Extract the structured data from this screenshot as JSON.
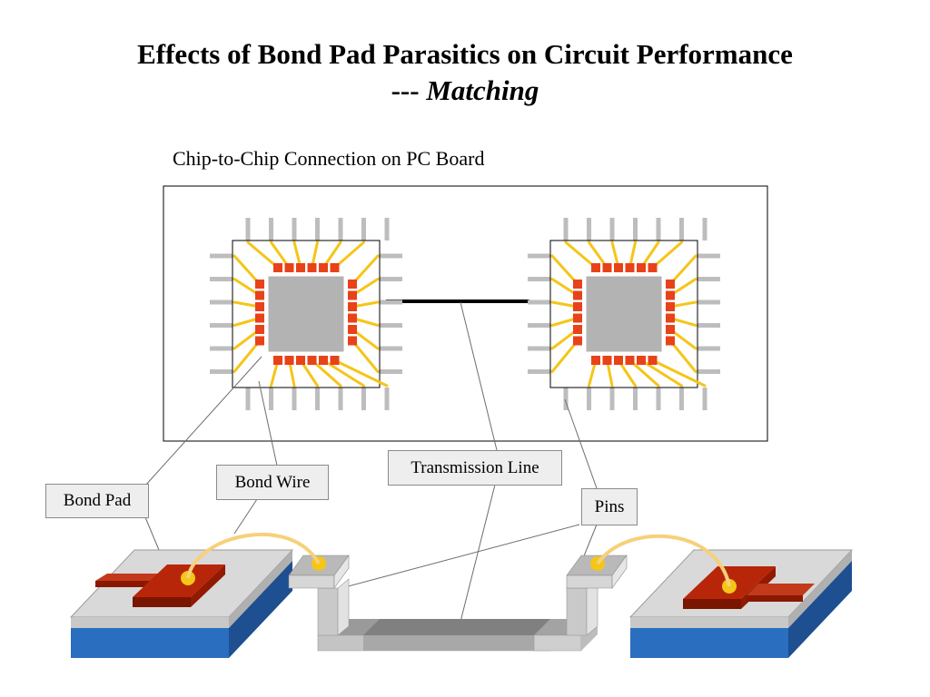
{
  "title": {
    "line1": "Effects of Bond Pad Parasitics on Circuit Performance",
    "line2_prefix": "--- ",
    "line2_emphasis": "Matching"
  },
  "subtitle": "Chip-to-Chip Connection on PC Board",
  "labels": {
    "bond_pad": "Bond Pad",
    "bond_wire": "Bond Wire",
    "transmission_line": "Transmission Line",
    "pins": "Pins"
  },
  "colors": {
    "pad_red": "#e8421a",
    "wire_yellow": "#f5c518",
    "pin_gray": "#bdbdbd",
    "die_gray": "#b3b3b3",
    "substrate_blue": "#2a6ebf",
    "dark_pad": "#a01c00"
  }
}
